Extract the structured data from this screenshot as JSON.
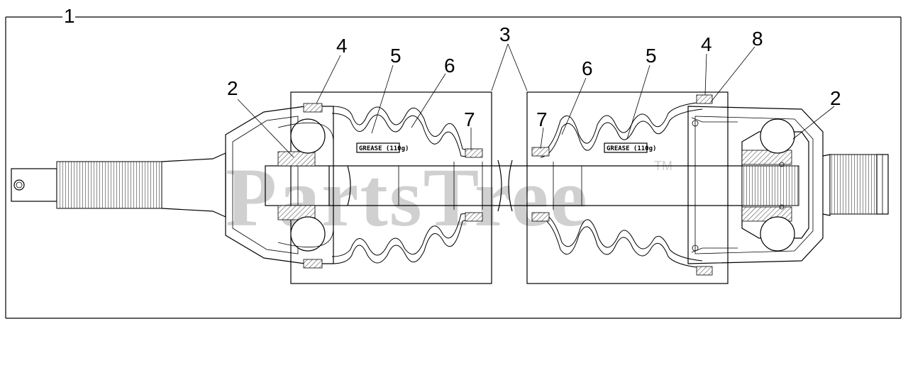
{
  "diagram": {
    "callouts": {
      "c1": "1",
      "c2_left": "2",
      "c2_right": "2",
      "c3": "3",
      "c4_left": "4",
      "c4_right": "4",
      "c5_left": "5",
      "c5_right": "5",
      "c6_left": "6",
      "c6_right": "6",
      "c7_left": "7",
      "c7_right": "7",
      "c8": "8"
    },
    "grease_labels": {
      "left": "GREASE (110g)",
      "right": "GREASE (110g)"
    },
    "watermark": {
      "text": "PartsTree",
      "trademark": "TM"
    }
  }
}
